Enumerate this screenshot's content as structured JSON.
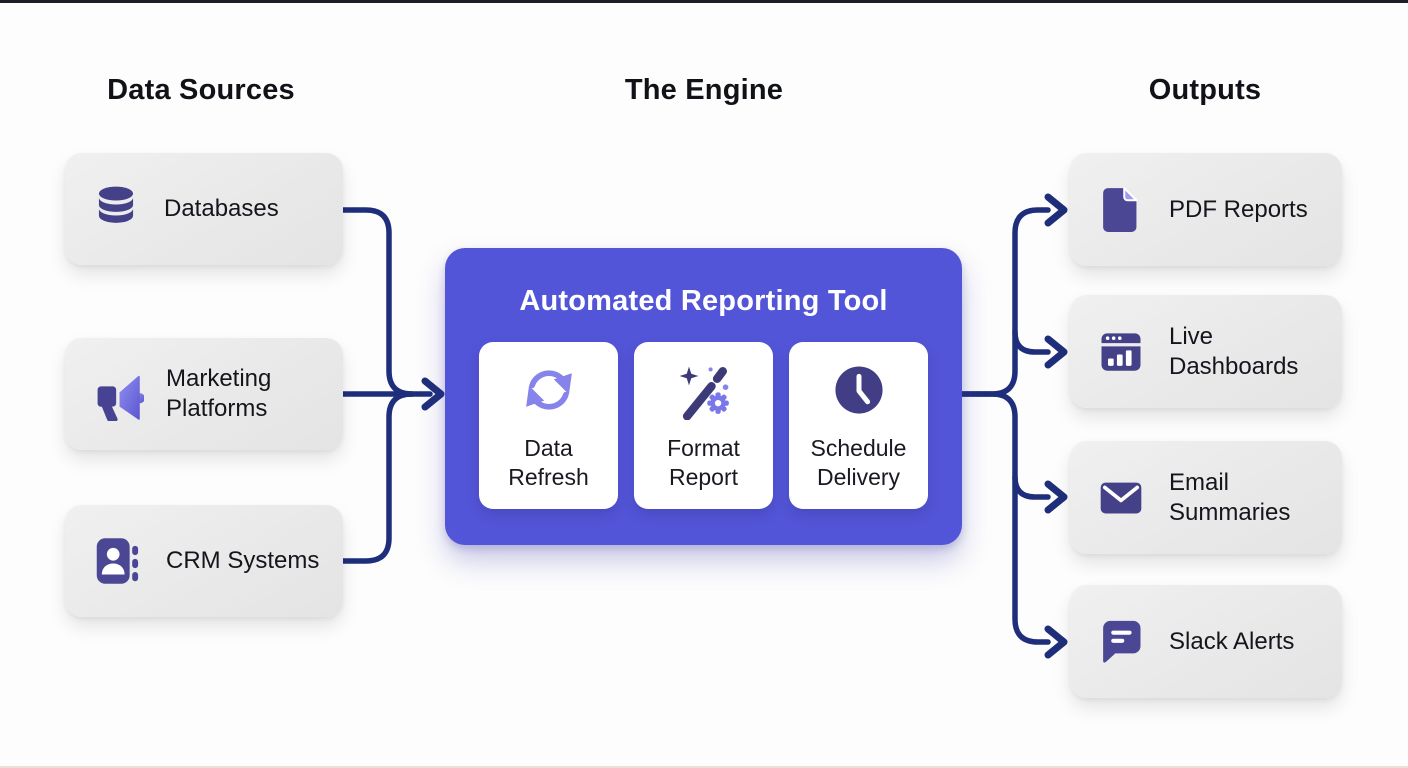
{
  "colors": {
    "background": "#fdfdfd",
    "accent_purple": "#5355d8",
    "connector_navy": "#1e2e7a",
    "icon_indigo": "#454189",
    "icon_dark_navy": "#3d3a78",
    "icon_light_purple": "#8683ea",
    "card_gray": "#e9e9e9",
    "text_dark": "#15161c"
  },
  "columns": {
    "sources": {
      "title": "Data Sources",
      "items": [
        {
          "label": "Databases",
          "icon": "database-icon"
        },
        {
          "label": "Marketing Platforms",
          "icon": "megaphone-icon"
        },
        {
          "label": "CRM Systems",
          "icon": "contacts-book-icon"
        }
      ]
    },
    "engine": {
      "title": "The Engine",
      "box_title": "Automated Reporting Tool",
      "features": [
        {
          "label": "Data Refresh",
          "icon": "refresh-icon"
        },
        {
          "label": "Format Report",
          "icon": "magic-wand-icon"
        },
        {
          "label": "Schedule Delivery",
          "icon": "clock-icon"
        }
      ]
    },
    "outputs": {
      "title": "Outputs",
      "items": [
        {
          "label": "PDF Reports",
          "icon": "pdf-document-icon"
        },
        {
          "label": "Live Dashboards",
          "icon": "dashboard-browser-icon"
        },
        {
          "label": "Email Summaries",
          "icon": "email-envelope-icon"
        },
        {
          "label": "Slack Alerts",
          "icon": "chat-bubble-icon"
        }
      ]
    }
  }
}
